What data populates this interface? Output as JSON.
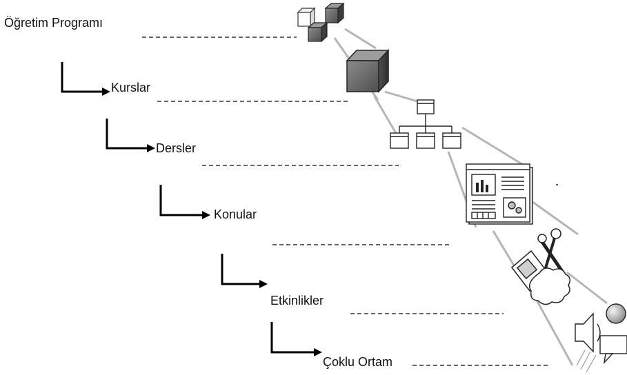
{
  "diagram": {
    "levels": [
      {
        "id": "program",
        "label": "Öğretim Programı",
        "icon": "cube-group-icon"
      },
      {
        "id": "courses",
        "label": "Kurslar",
        "icon": "cube-icon"
      },
      {
        "id": "lessons",
        "label": "Dersler",
        "icon": "hierarchy-icon"
      },
      {
        "id": "topics",
        "label": "Konular",
        "icon": "document-page-icon"
      },
      {
        "id": "activities",
        "label": "Etkinlikler",
        "icon": "tools-icon"
      },
      {
        "id": "multimedia",
        "label": "Çoklu Ortam",
        "icon": "multimedia-icon"
      }
    ]
  }
}
